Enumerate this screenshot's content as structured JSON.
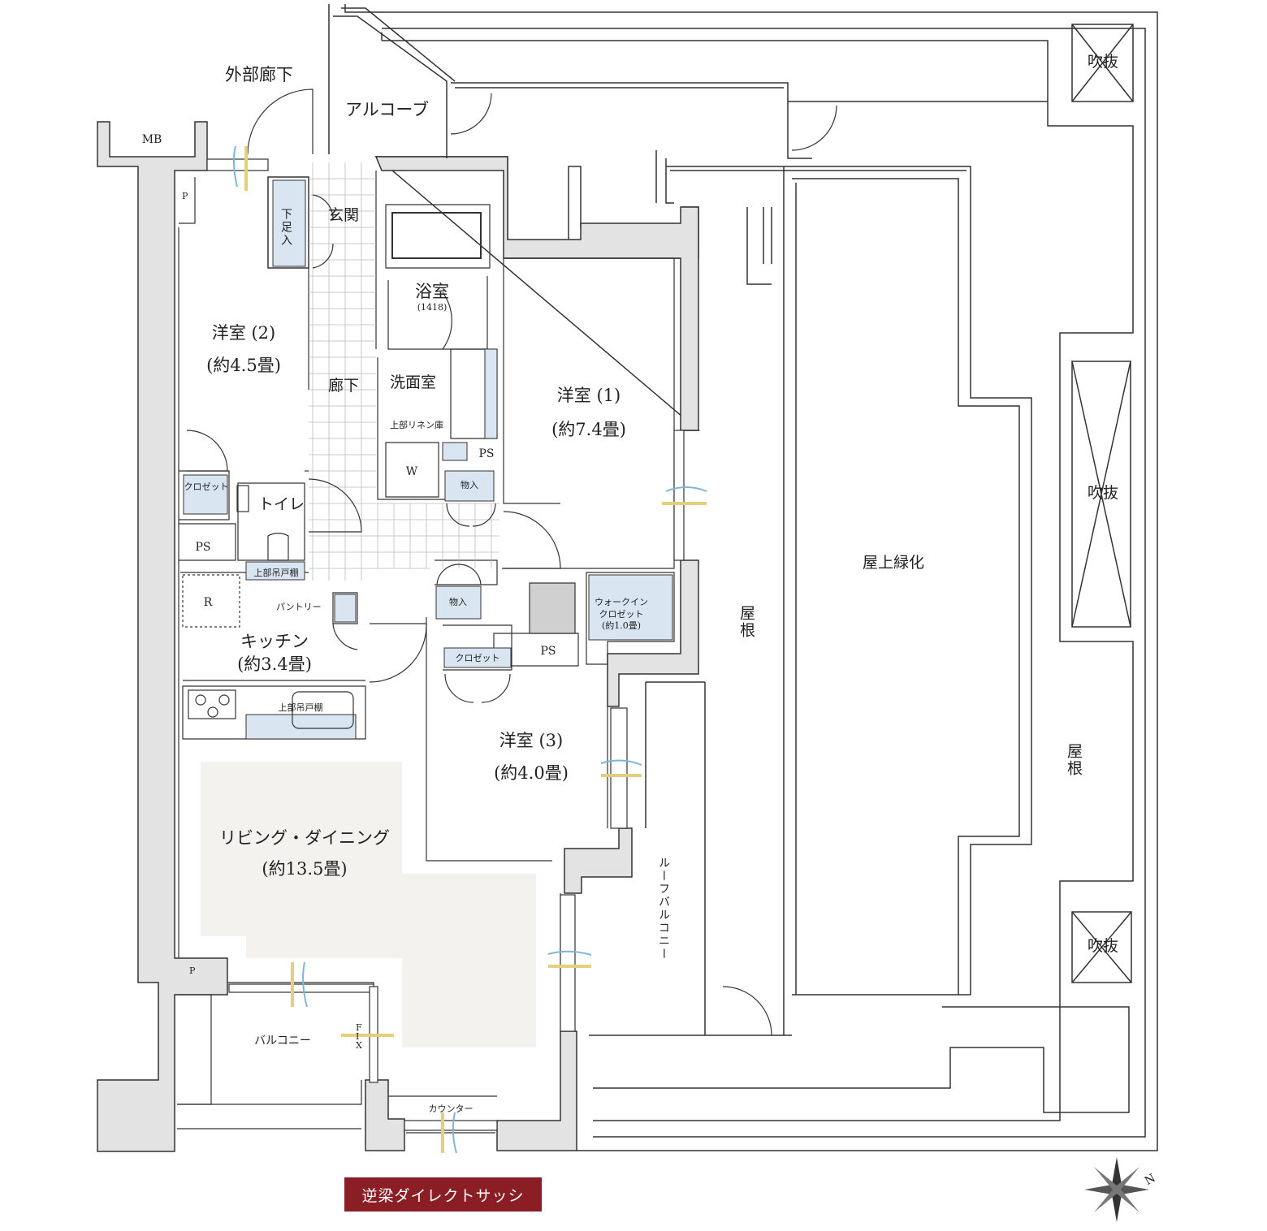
{
  "labels": {
    "corridor_ext": "外部廊下",
    "alcove": "アルコーブ",
    "mb": "MB",
    "p1": "P",
    "p2": "P",
    "entrance": "玄関",
    "shoe": "下足入",
    "bath": "浴室",
    "bath_size": "(1418)",
    "room2": "洋室 (2)",
    "room2_size": "(約4.5畳)",
    "hallway": "廊下",
    "washroom": "洗面室",
    "linen": "上部リネン庫",
    "ps_wash": "PS",
    "w_machine": "W",
    "storage1": "物入",
    "room1": "洋室 (1)",
    "room1_size": "(約7.4畳)",
    "closet1": "クロゼット",
    "toilet": "トイレ",
    "ps_left": "PS",
    "upper_shelf_toilet": "上部吊戸棚",
    "fridge": "R",
    "pantry": "パントリー",
    "storage2": "物入",
    "wic": "ウォークイン",
    "wic2": "クロゼット",
    "wic_size": "(約1.0畳)",
    "kitchen": "キッチン",
    "kitchen_size": "(約3.4畳)",
    "closet3": "クロゼット",
    "ps_mid": "PS",
    "upper_shelf_kitchen": "上部吊戸棚",
    "room3": "洋室 (3)",
    "room3_size": "(約4.0畳)",
    "living": "リビング・ダイニング",
    "living_size": "(約13.5畳)",
    "roof_balcony": "ルーフバルコニー",
    "roof1": "屋根",
    "roof2": "屋根",
    "rooftop_green": "屋上緑化",
    "void1": "吹抜",
    "void2": "吹抜",
    "void3": "吹抜",
    "balcony": "バルコニー",
    "fix": "FIX",
    "counter": "カウンター",
    "compass_n": "N"
  },
  "badge": {
    "text": "逆梁ダイレクトサッシ",
    "color": "#8b1d24"
  },
  "colors": {
    "wall": "#e3e3e3",
    "storage": "#d9e6f2",
    "living_floor": "#f4f2ef",
    "wind": "#7fb6d8",
    "light": "#e6cf7a"
  }
}
